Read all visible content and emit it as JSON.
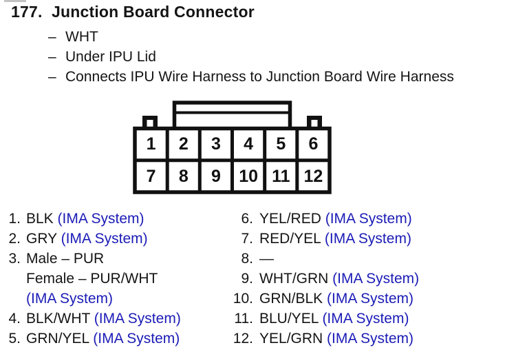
{
  "colors": {
    "blue": "#1b1bb7",
    "ink": "#141414",
    "paper": "#ffffff"
  },
  "header": {
    "number": "177.",
    "title": "Junction Board Connector",
    "bullets": [
      {
        "dash": "–",
        "text": "WHT"
      },
      {
        "dash": "–",
        "text": "Under IPU Lid"
      },
      {
        "dash": "–",
        "text": "Connects IPU Wire Harness to Junction Board Wire Harness"
      }
    ]
  },
  "connector": {
    "pins": [
      "1",
      "2",
      "3",
      "4",
      "5",
      "6",
      "7",
      "8",
      "9",
      "10",
      "11",
      "12"
    ]
  },
  "pin_list": {
    "left_rows": [
      {
        "num": "1.",
        "wire": "BLK ",
        "system": "(IMA System)"
      },
      {
        "num": "2.",
        "wire": "GRY ",
        "system": "(IMA System)"
      },
      {
        "num": "3.",
        "wire": "Male – PUR",
        "system": ""
      },
      {
        "num": "",
        "wire": "Female – PUR/WHT",
        "system": ""
      },
      {
        "num": "",
        "wire": "",
        "system": "(IMA System)"
      },
      {
        "num": "4.",
        "wire": "BLK/WHT ",
        "system": "(IMA System)"
      },
      {
        "num": "5.",
        "wire": "GRN/YEL ",
        "system": "(IMA System)"
      }
    ],
    "right_rows": [
      {
        "num": "6.",
        "wire": "YEL/RED ",
        "system": "(IMA System)"
      },
      {
        "num": "7.",
        "wire": "RED/YEL ",
        "system": "(IMA System)"
      },
      {
        "num": "8.",
        "wire": "—",
        "system": ""
      },
      {
        "num": "9.",
        "wire": "WHT/GRN ",
        "system": "(IMA System)"
      },
      {
        "num": "10.",
        "wire": "GRN/BLK ",
        "system": "(IMA System)"
      },
      {
        "num": "11.",
        "wire": "BLU/YEL ",
        "system": "(IMA System)"
      },
      {
        "num": "12.",
        "wire": "YEL/GRN ",
        "system": "(IMA System)"
      }
    ]
  }
}
